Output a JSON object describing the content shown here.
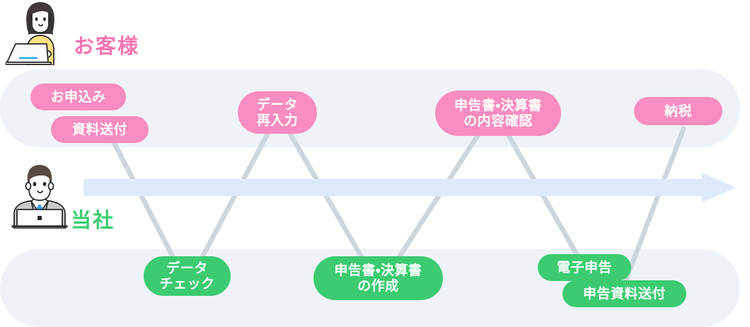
{
  "diagram": {
    "title_customer": "お客様",
    "title_company": "当社",
    "arrow_name": "process-flow-arrow",
    "colors": {
      "pink": "#f98cc0",
      "pink_text": "#f875b0",
      "green": "#3ccb71",
      "band": "#eff3f8",
      "arrow": "#ddeafb",
      "connector": "#ced6dd"
    }
  },
  "customer_steps": [
    {
      "label": "お申込み",
      "name": "pill-application"
    },
    {
      "label": "資料送付",
      "name": "pill-send-documents"
    },
    {
      "label": "データ\n再入力",
      "name": "pill-data-reentry"
    },
    {
      "label": "申告書・決算書\nの内容確認",
      "name": "pill-review-return-and-statements"
    },
    {
      "label": "納税",
      "name": "pill-tax-payment"
    }
  ],
  "company_steps": [
    {
      "label": "データ\nチェック",
      "name": "pill-data-check"
    },
    {
      "label": "申告書・決算書\nの作成",
      "name": "pill-create-return-and-statements"
    },
    {
      "label": "電子申告",
      "name": "pill-e-filing"
    },
    {
      "label": "申告資料送付",
      "name": "pill-send-filing-documents"
    }
  ]
}
